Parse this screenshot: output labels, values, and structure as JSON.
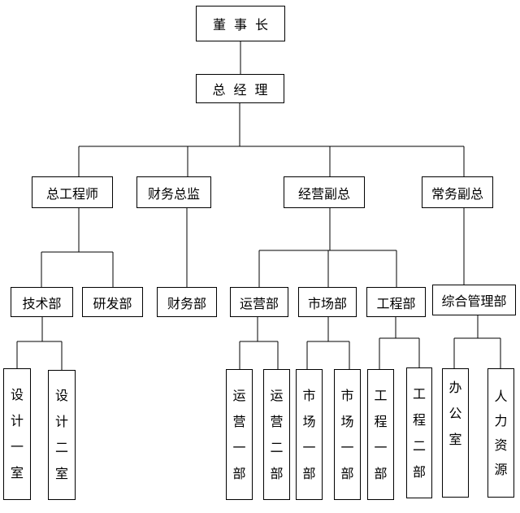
{
  "org_chart": {
    "chairman": "董事长",
    "general_manager": "总经理",
    "chief_engineer": "总工程师",
    "finance_director": "财务总监",
    "operations_vp": "经营副总",
    "executive_vp": "常务副总",
    "tech_dept": "技术部",
    "rnd_dept": "研发部",
    "finance_dept": "财务部",
    "ops_dept": "运营部",
    "market_dept": "市场部",
    "engineering_dept": "工程部",
    "general_mgmt_dept": "综合管理部",
    "design_room_1": [
      "设",
      "计",
      "一",
      "室"
    ],
    "design_room_2": [
      "设",
      "计",
      "二",
      "室"
    ],
    "ops_sec_1": [
      "运",
      "营",
      "一",
      "部"
    ],
    "ops_sec_2": [
      "运",
      "营",
      "二",
      "部"
    ],
    "market_sec_1": [
      "市",
      "场",
      "一",
      "部"
    ],
    "market_sec_2": [
      "市",
      "场",
      "一",
      "部"
    ],
    "eng_sec_1": [
      "工",
      "程",
      "一",
      "部"
    ],
    "eng_sec_2": [
      "工",
      "程",
      "二",
      "部"
    ],
    "office": [
      "办",
      "公",
      "室"
    ],
    "hr": [
      "人",
      "力",
      "资",
      "源"
    ]
  }
}
